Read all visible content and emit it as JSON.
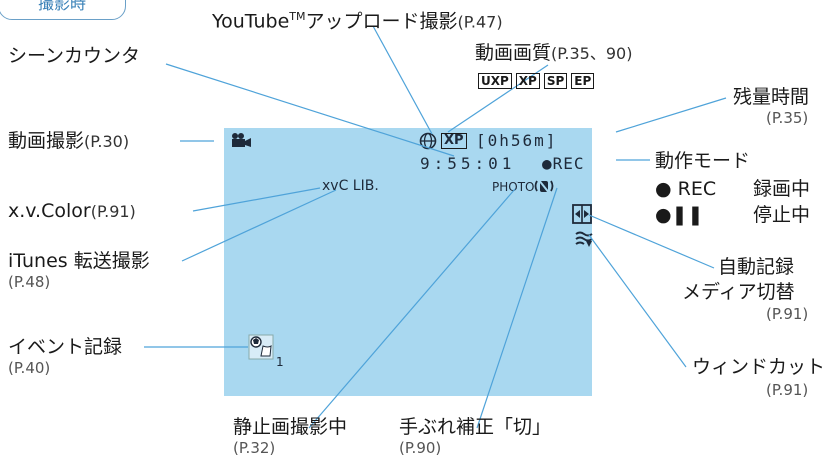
{
  "header_tag": "撮影時",
  "labels": {
    "youtube": "YouTube",
    "youtube_tm": "TM",
    "youtube_rest": "アップロード撮影",
    "youtube_ref": "(P.47)",
    "scene_counter": "シーンカウンタ",
    "quality": "動画画質",
    "quality_ref": "(P.35、90)",
    "quality_options": [
      "UXP",
      "XP",
      "SP",
      "EP"
    ],
    "remaining": "残量時間",
    "remaining_ref": "(P.35)",
    "video_shooting": "動画撮影",
    "video_shooting_ref": "(P.30)",
    "operation_mode": "動作モード",
    "rec_mark": "● REC",
    "rec_text": "録画中",
    "pause_mark": "●❚❚",
    "pause_text": "停止中",
    "xvcolor": "x.v.Color",
    "xvcolor_ref": "(P.91)",
    "itunes": "iTunes 転送撮影",
    "itunes_ref": "(P.48)",
    "event": "イベント記録",
    "event_ref": "(P.40)",
    "auto_record_1": "自動記録",
    "auto_record_2": "メディア切替",
    "auto_record_ref": "(P.91)",
    "wind_cut": "ウィンドカット",
    "wind_cut_ref": "(P.91)",
    "still_shooting": "静止画撮影中",
    "still_shooting_ref": "(P.32)",
    "stabilizer": "手ぶれ補正「切」",
    "stabilizer_ref": "(P.90)"
  },
  "osd": {
    "quality_indicator": "XP",
    "remaining_time": "[0h56m]",
    "counter": "9:55:01",
    "rec_status": "●REC",
    "xvc": "xvC LIB.",
    "photo": "PHOTO",
    "event_number": "1"
  },
  "colors": {
    "screen": "#a9d8f0",
    "leader_line": "#4fa3d9",
    "tag_border": "#6aa0c8"
  }
}
